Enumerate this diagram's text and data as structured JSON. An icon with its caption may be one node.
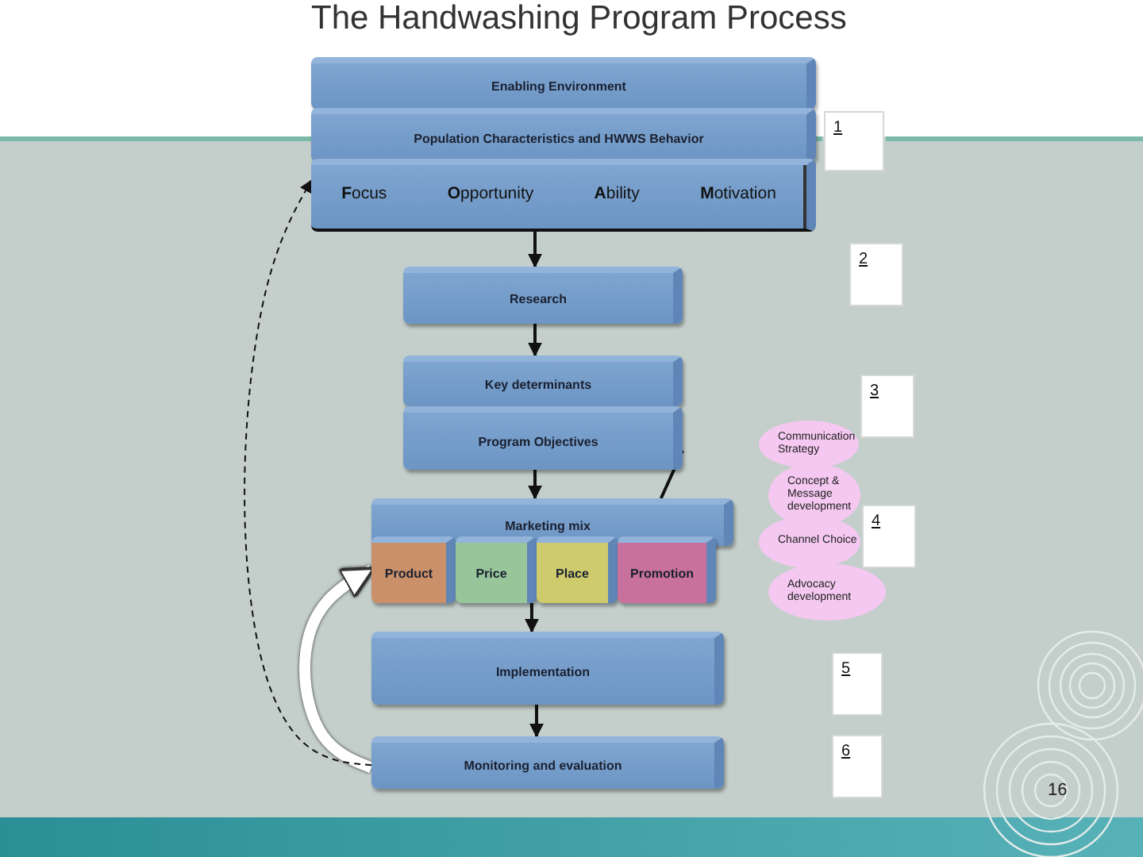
{
  "diagram": {
    "title": "The Handwashing Program Process",
    "nodes": [
      {
        "text": [
          "Enabling Environment"
        ]
      },
      {
        "text": [
          "Population Characteristics and HWWS Behavior"
        ]
      },
      {
        "text": [
          "**F**ocus",
          "**O**pportunity",
          "**A**bility",
          "**M**otivation"
        ]
      },
      {
        "text": [
          "Research"
        ]
      },
      {
        "text": [
          "Key determinants"
        ]
      },
      {
        "text": [
          "Program Objectives"
        ]
      },
      {
        "text": [
          "Marketing mix"
        ]
      },
      {
        "text": [
          "Product"
        ]
      },
      {
        "text": [
          "Price"
        ]
      },
      {
        "text": [
          "Place"
        ]
      },
      {
        "text": [
          "Promotion"
        ]
      },
      {
        "text": [
          "Implementation"
        ]
      },
      {
        "text": [
          "Monitoring and evaluation"
        ]
      },
      {
        "text": [
          "Communication Strategy"
        ]
      },
      {
        "text": [
          "Concept & Message development"
        ]
      },
      {
        "text": [
          "Channel Choice"
        ]
      },
      {
        "text": [
          "Advocacy development"
        ]
      },
      {
        "text": [
          "1"
        ]
      },
      {
        "text": [
          "2"
        ]
      },
      {
        "text": [
          "3"
        ]
      },
      {
        "text": [
          "4"
        ]
      },
      {
        "text": [
          "5"
        ]
      },
      {
        "text": [
          "6"
        ]
      }
    ],
    "edges": [
      {
        "from": 2,
        "to": 3,
        "arrow": "to"
      },
      {
        "from": 3,
        "to": 4,
        "arrow": "to"
      },
      {
        "from": 5,
        "to": 6,
        "arrow": "to"
      },
      {
        "from": 8,
        "to": 11,
        "arrow": "to"
      },
      {
        "from": 11,
        "to": 12,
        "arrow": "to"
      },
      {
        "from": 6,
        "to": 5,
        "arrow": "none"
      },
      {
        "from": 12,
        "to": 7,
        "arrow": "to",
        "style": "thick",
        "color": "#ffffff"
      },
      {
        "from": 12,
        "to": 2,
        "arrow": "to",
        "style": "dashed"
      }
    ],
    "labels": [
      "16"
    ]
  }
}
